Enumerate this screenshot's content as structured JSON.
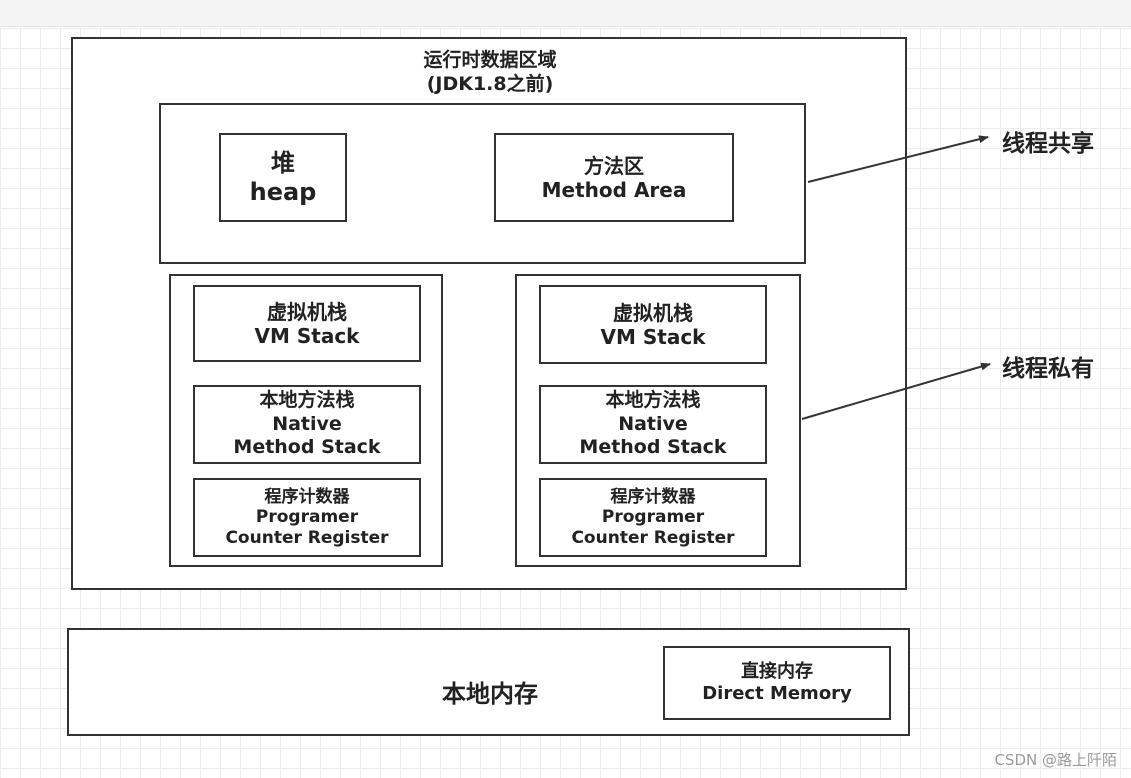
{
  "runtime_area": {
    "title_line1": "运行时数据区域",
    "title_line2": "(JDK1.8之前)"
  },
  "shared": {
    "heap": {
      "line1": "堆",
      "line2": "heap"
    },
    "method_area": {
      "line1": "方法区",
      "line2": "Method Area"
    },
    "label": "线程共享"
  },
  "private_label": "线程私有",
  "thread_stacks": [
    {
      "vm_stack": {
        "line1": "虚拟机栈",
        "line2": "VM Stack"
      },
      "native_stack": {
        "line1": "本地方法栈",
        "line2": "Native",
        "line3": "Method Stack"
      },
      "pc_register": {
        "line1": "程序计数器",
        "line2": "Programer",
        "line3": "Counter Register"
      }
    },
    {
      "vm_stack": {
        "line1": "虚拟机栈",
        "line2": "VM Stack"
      },
      "native_stack": {
        "line1": "本地方法栈",
        "line2": "Native",
        "line3": "Method Stack"
      },
      "pc_register": {
        "line1": "程序计数器",
        "line2": "Programer",
        "line3": "Counter Register"
      }
    }
  ],
  "native_memory": {
    "label": "本地内存",
    "direct_memory": {
      "line1": "直接内存",
      "line2": "Direct Memory"
    }
  },
  "watermark": "CSDN @路上阡陌"
}
